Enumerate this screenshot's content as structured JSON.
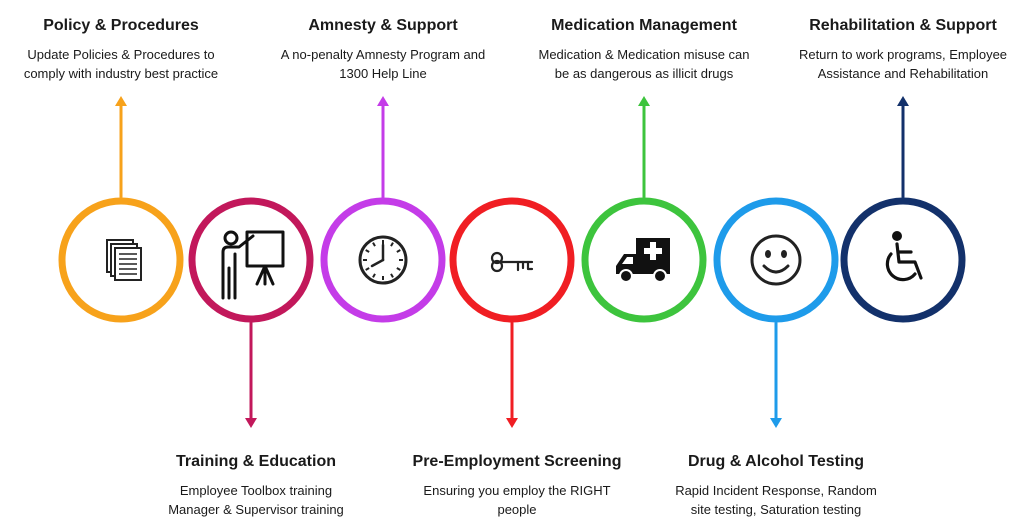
{
  "steps": [
    {
      "title": "Policy & Procedures",
      "desc": "Update Policies & Procedures to\ncomply with industry best practice",
      "color": "#F7A21B",
      "icon": "documents-icon",
      "position": "top"
    },
    {
      "title": "Training & Education",
      "desc": "Employee Toolbox training\nManager & Supervisor training",
      "color": "#C2185B",
      "icon": "presenter-icon",
      "position": "bottom"
    },
    {
      "title": "Amnesty & Support",
      "desc": "A no-penalty Amnesty Program and\n1300 Help Line",
      "color": "#C43CE8",
      "icon": "clock-icon",
      "position": "top"
    },
    {
      "title": "Pre-Employment Screening",
      "desc": "Ensuring you employ the RIGHT\npeople",
      "color": "#F01E23",
      "icon": "key-icon",
      "position": "bottom"
    },
    {
      "title": "Medication Management",
      "desc": "Medication & Medication misuse can\nbe as dangerous as illicit drugs",
      "color": "#3DC43D",
      "icon": "ambulance-icon",
      "position": "top"
    },
    {
      "title": "Drug & Alcohol Testing",
      "desc": "Rapid Incident Response, Random\nsite testing, Saturation testing",
      "color": "#1E9BEA",
      "icon": "smiley-icon",
      "position": "bottom"
    },
    {
      "title": "Rehabilitation & Support",
      "desc": "Return to work programs, Employee\nAssistance and Rehabilitation",
      "color": "#13316B",
      "icon": "wheelchair-icon",
      "position": "top"
    }
  ]
}
